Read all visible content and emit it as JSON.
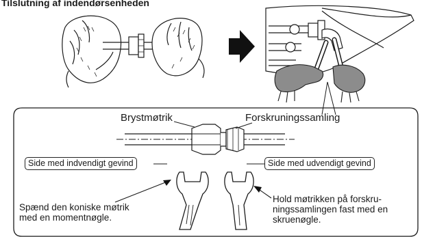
{
  "heading": "Tilslutning af indendørsenheden",
  "labels": {
    "flare_nut": "Brystmøtrik",
    "union": "Forskruningssamling"
  },
  "tags": {
    "internal_thread": "Side med indvendigt gevind",
    "external_thread": "Side med udvendigt gevind"
  },
  "notes": {
    "left_line1": "Spænd den koniske møtrik",
    "left_line2": "med en momentnøgle.",
    "right_line1": "Hold møtrikken på forskru-",
    "right_line2": "ningssamlingen fast med en",
    "right_line3": "skruenøgle."
  },
  "colors": {
    "ink": "#1a1a1a",
    "glove": "#8c8c8c",
    "arrow": "#111111"
  }
}
